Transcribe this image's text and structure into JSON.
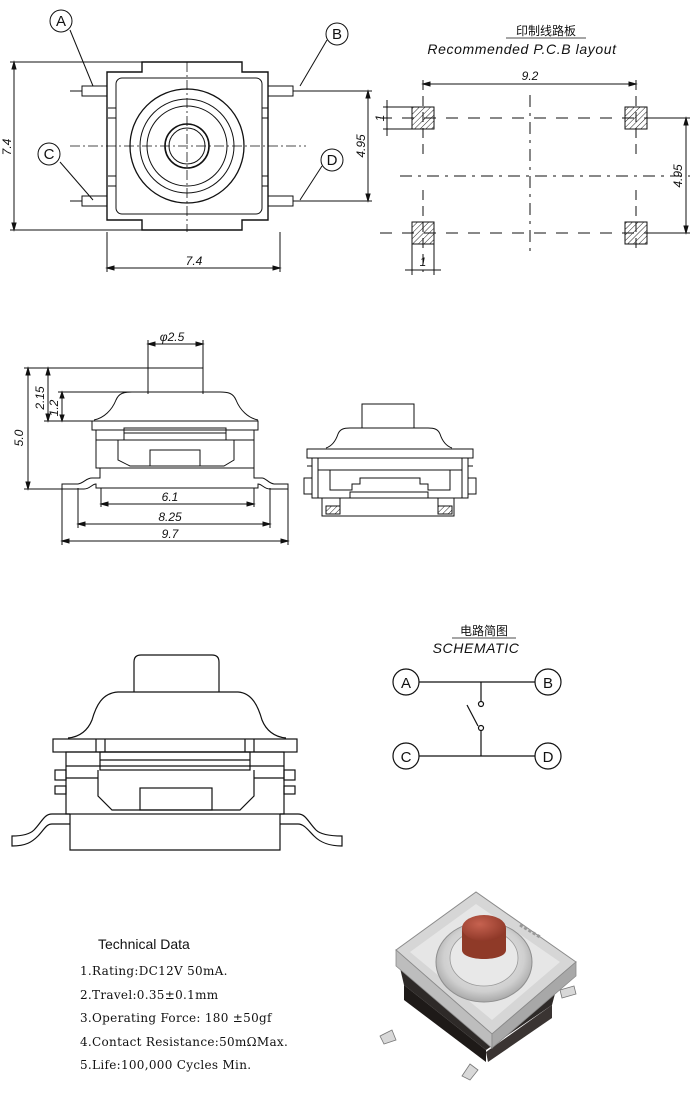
{
  "labels": {
    "a": "A",
    "b": "B",
    "c": "C",
    "d": "D"
  },
  "top_view": {
    "width_dim": "7.4",
    "height_dim": "7.4",
    "lead_pitch_dim": "4.95"
  },
  "pcb_layout": {
    "title_cn": "印制线路板",
    "title_en": "Recommended P.C.B layout",
    "width_dim": "9.2",
    "height_dim": "4.95",
    "pad_h_dim": "1",
    "pad_w_dim": "1"
  },
  "side_view": {
    "dia_dim": "φ2.5",
    "height_dim": "5.0",
    "actuator_dim": "2.15",
    "travel_dim": "1.2",
    "dim_6_1": "6.1",
    "dim_8_25": "8.25",
    "dim_9_7": "9.7"
  },
  "schematic": {
    "title_cn": "电路简图",
    "title_en": "SCHEMATIC"
  },
  "tech": {
    "title": "Technical Data",
    "items": [
      "1.Rating:DC12V 50mA.",
      "2.Travel:0.35±0.1mm",
      "3.Operating Force: 180 ±50gf",
      "4.Contact Resistance:50mΩMax.",
      "5.Life:100,000 Cycles Min."
    ]
  },
  "colors": {
    "actuator": "#a94a3a",
    "body_metal": "#c9c9c9",
    "base_dark": "#2e2a28"
  }
}
